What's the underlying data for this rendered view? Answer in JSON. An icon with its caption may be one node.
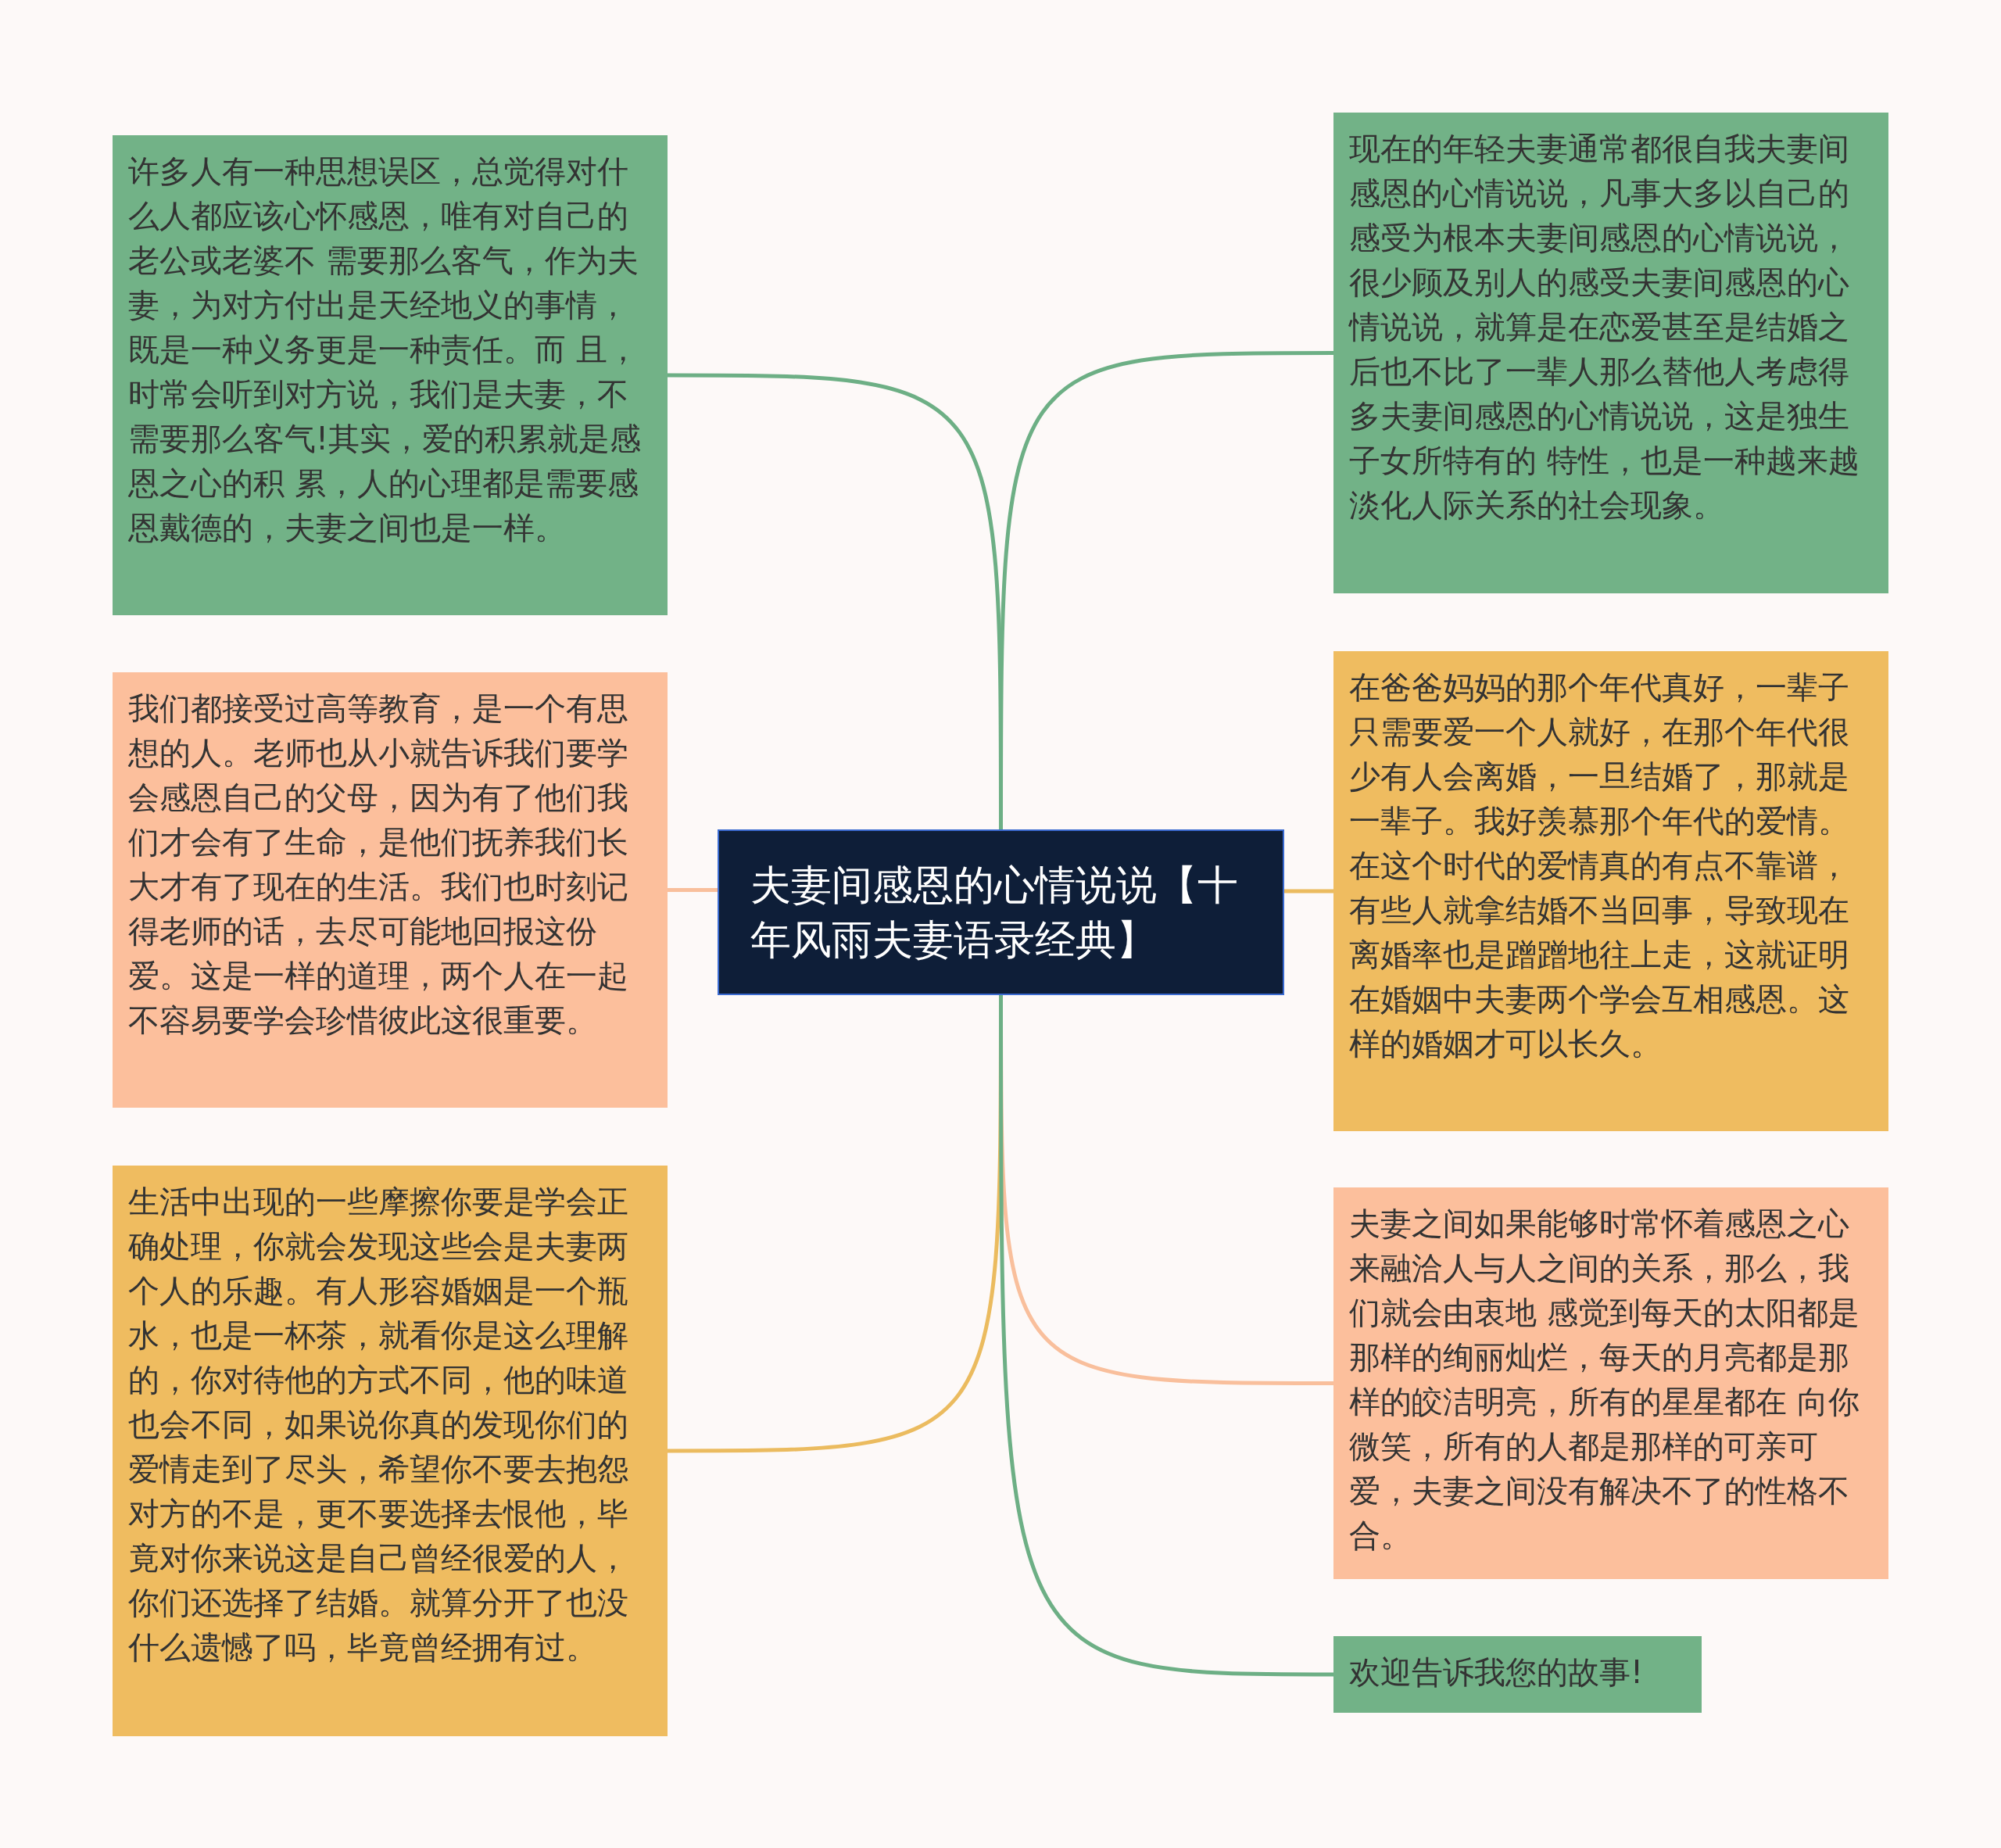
{
  "diagram": {
    "nodes": [
      {
        "text": [
          "夫妻间感恩的心情说说【十年风雨夫妻语录经典】"
        ]
      },
      {
        "text": [
          "许多人有一种思想误区，总觉得对什么人都应该心怀感恩，唯有对自己的老公或老婆不 需要那么客气，作为夫妻，为对方付出是天经地义的事情，既是一种义务更是一种责任。而 且，时常会听到对方说，我们是夫妻，不需要那么客气!其实，爱的积累就是感恩之心的积 累，人的心理都是需要感恩戴德的，夫妻之间也是一样。"
        ]
      },
      {
        "text": [
          "我们都接受过高等教育，是一个有思想的人。老师也从小就告诉我们要学会感恩自己的父母，因为有了他们我们才会有了生命，是他们抚养我们长大才有了现在的生活。我们也时刻记得老师的话，去尽可能地回报这份爱。这是一样的道理，两个人在一起不容易要学会珍惜彼此这很重要。"
        ]
      },
      {
        "text": [
          "生活中出现的一些摩擦你要是学会正确处理，你就会发现这些会是夫妻两个人的乐趣。有人形容婚姻是一个瓶水，也是一杯茶，就看你是这么理解的，你对待他的方式不同，他的味道也会不同，如果说你真的发现你们的爱情走到了尽头，希望你不要去抱怨对方的不是，更不要选择去恨他，毕竟对你来说这是自己曾经很爱的人，你们还选择了结婚。就算分开了也没什么遗憾了吗，毕竟曾经拥有过。"
        ]
      },
      {
        "text": [
          "现在的年轻夫妻通常都很自我夫妻间感恩的心情说说，凡事大多以自己的感受为根本夫妻间感恩的心情说说，很少顾及别人的感受夫妻间感恩的心情说说，就算是在恋爱甚至是结婚之后也不比了一辈人那么替他人考虑得多夫妻间感恩的心情说说，这是独生子女所特有的 特性，也是一种越来越淡化人际关系的社会现象。"
        ]
      },
      {
        "text": [
          "在爸爸妈妈的那个年代真好，一辈子只需要爱一个人就好，在那个年代很少有人会离婚，一旦结婚了，那就是一辈子。我好羡慕那个年代的爱情。在这个时代的爱情真的有点不靠谱，有些人就拿结婚不当回事，导致现在离婚率也是蹭蹭地往上走，这就证明在婚姻中夫妻两个学会互相感恩。这样的婚姻才可以长久。"
        ]
      },
      {
        "text": [
          "夫妻之间如果能够时常怀着感恩之心来融洽人与人之间的关系，那么，我们就会由衷地 感觉到每天的太阳都是那样的绚丽灿烂，每天的月亮都是那样的皎洁明亮，所有的星星都在 向你微笑，所有的人都是那样的可亲可爱，夫妻之间没有解决不了的性格不合。"
        ]
      },
      {
        "text": [
          "欢迎告诉我您的故事!"
        ]
      }
    ],
    "edges": [
      {
        "from": 0,
        "to": 1,
        "arrow": "none"
      },
      {
        "from": 0,
        "to": 2,
        "arrow": "none",
        "color": "#f9bf9c"
      },
      {
        "from": 0,
        "to": 3,
        "arrow": "none",
        "color": "#ebbb5f"
      },
      {
        "from": 0,
        "to": 4,
        "arrow": "none"
      },
      {
        "from": 0,
        "to": 5,
        "arrow": "none",
        "color": "#ebbb5f"
      },
      {
        "from": 0,
        "to": 6,
        "arrow": "none",
        "color": "#f9bf9c"
      },
      {
        "from": 0,
        "to": 7,
        "arrow": "none"
      }
    ]
  }
}
